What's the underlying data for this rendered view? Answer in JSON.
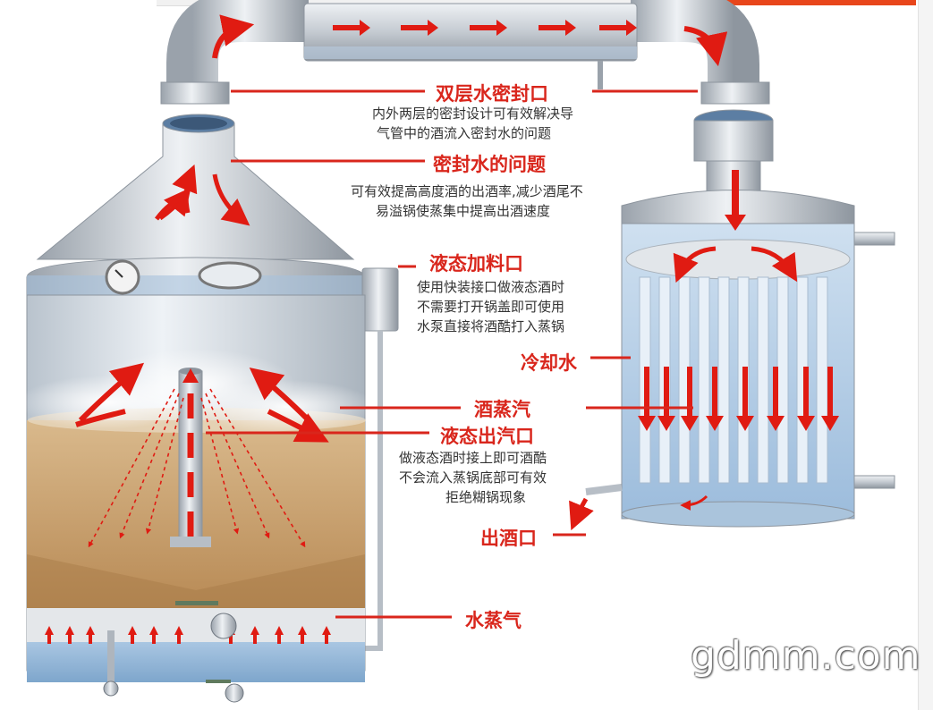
{
  "labels": {
    "double_seal": "双层水密封口",
    "double_seal_desc": [
      "内外两层的密封设计可有效解决导",
      "气管中的酒流入密封水的问题"
    ],
    "seal_water": "密封水的问题",
    "seal_water_desc": [
      "可有效提高高度酒的出酒率,减少酒尾不",
      "易溢锅使蒸集中提高出酒速度"
    ],
    "liquid_inlet": "液态加料口",
    "liquid_inlet_desc": [
      "使用快装接口做液态酒时",
      "不需要打开锅盖即可使用",
      "水泵直接将酒酷打入蒸锅"
    ],
    "cooling_water": "冷却水",
    "wine_steam": "酒蒸汽",
    "liquid_steam_outlet": "液态出汽口",
    "liquid_steam_outlet_desc": [
      "做液态酒时接上即可酒酷",
      "不会流入蒸锅底部可有效",
      "拒绝糊锅现象"
    ],
    "wine_outlet": "出酒口",
    "water_steam": "水蒸气"
  },
  "watermark": "gdmm.com",
  "colors": {
    "label_red": "#d9261c",
    "arrow_red": "#e01b12",
    "steel": "#c9ced4",
    "mash": "#c49b68",
    "water": "#8fb6d9"
  }
}
